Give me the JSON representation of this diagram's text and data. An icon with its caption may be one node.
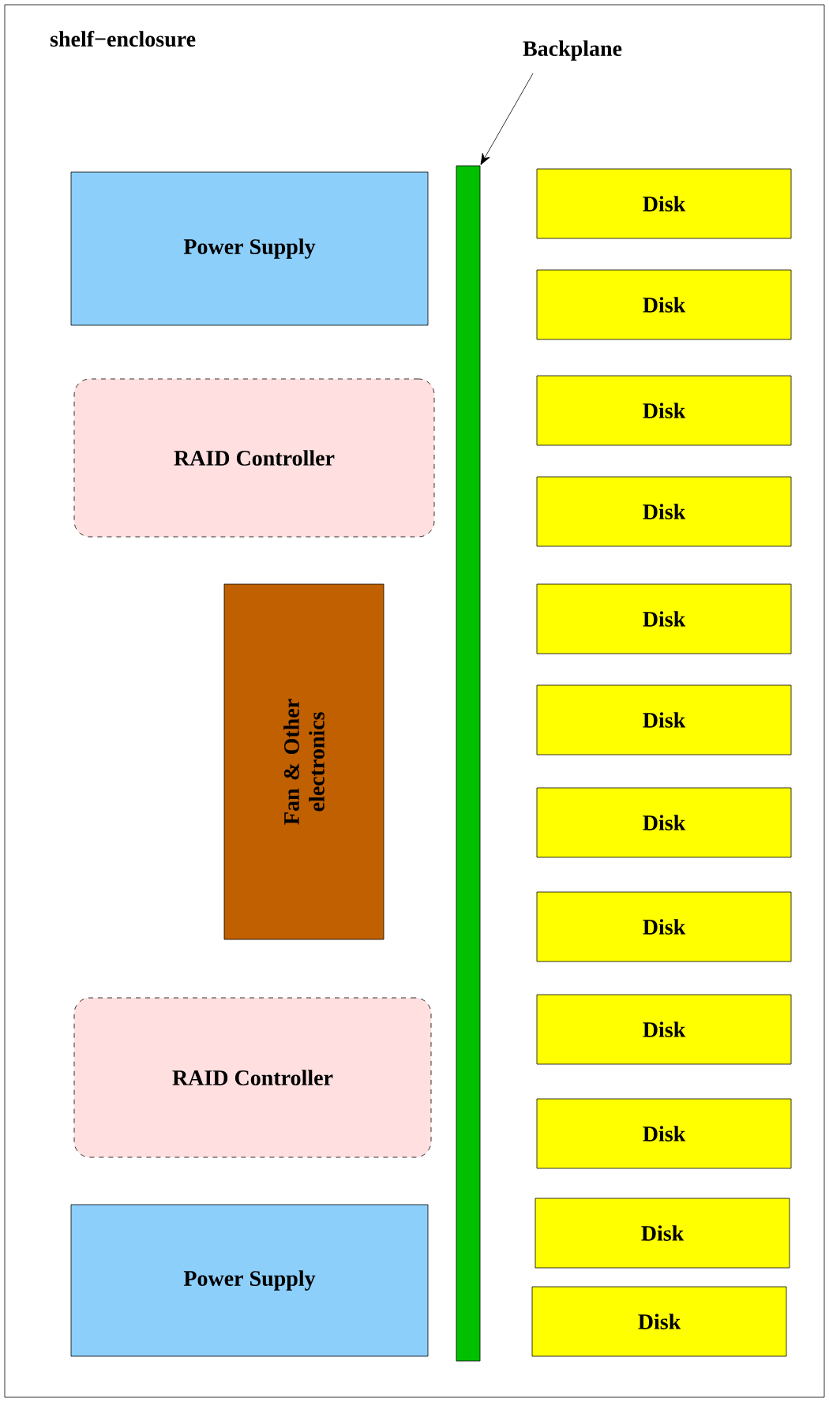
{
  "diagram": {
    "nodes": [
      {
        "text": [
          "shelf−enclosure"
        ]
      },
      {
        "text": [
          "Power Supply"
        ],
        "in": 0
      },
      {
        "text": [
          "RAID Controller"
        ],
        "in": 0
      },
      {
        "text": [
          "Fan & Other electronics"
        ],
        "in": 0
      },
      {
        "text": [
          "RAID Controller"
        ],
        "in": 0
      },
      {
        "text": [
          "Power Supply"
        ],
        "in": 0
      },
      {
        "text": [],
        "shape": "bar",
        "in": 0
      },
      {
        "text": [
          "Backplane"
        ],
        "in": 0
      },
      {
        "text": [
          "Disk"
        ],
        "in": 0
      },
      {
        "text": [
          "Disk"
        ],
        "in": 0
      },
      {
        "text": [
          "Disk"
        ],
        "in": 0
      },
      {
        "text": [
          "Disk"
        ],
        "in": 0
      },
      {
        "text": [
          "Disk"
        ],
        "in": 0
      },
      {
        "text": [
          "Disk"
        ],
        "in": 0
      },
      {
        "text": [
          "Disk"
        ],
        "in": 0
      },
      {
        "text": [
          "Disk"
        ],
        "in": 0
      },
      {
        "text": [
          "Disk"
        ],
        "in": 0
      },
      {
        "text": [
          "Disk"
        ],
        "in": 0
      },
      {
        "text": [
          "Disk"
        ],
        "in": 0
      },
      {
        "text": [
          "Disk"
        ],
        "in": 0
      }
    ],
    "edges": [
      {
        "from": 7,
        "to": 6,
        "arrow": "to"
      }
    ]
  }
}
